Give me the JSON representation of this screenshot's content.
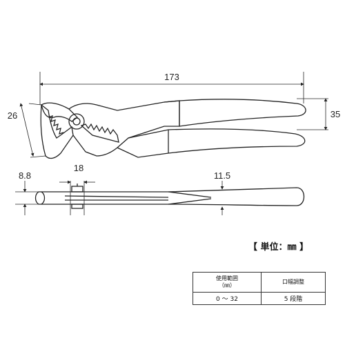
{
  "dimensions": {
    "overall_length": "173",
    "jaw_opening": "26",
    "handle_height": "35",
    "thickness": "8.8",
    "head_width": "18",
    "handle_thickness": "11.5"
  },
  "unit_label": "【 単位：㎜ 】",
  "spec_table": {
    "headers": [
      "使用範囲\n（㎜）",
      "口幅調整"
    ],
    "values": [
      "0 ～ 32",
      "5 段階"
    ]
  }
}
